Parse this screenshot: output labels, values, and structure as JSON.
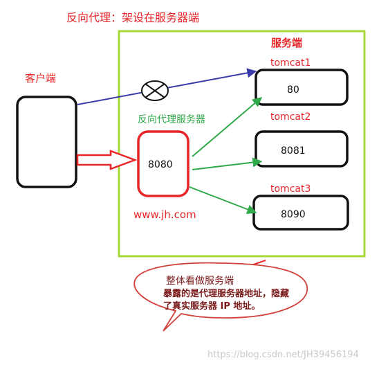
{
  "title": "反向代理：架设在服务器端",
  "client": {
    "label": "客户端"
  },
  "server_group": {
    "label": "服务端"
  },
  "proxy": {
    "label": "反向代理服务器",
    "port": "8080",
    "url": "www.jh.com"
  },
  "servers": [
    {
      "name": "tomcat1",
      "port": "80"
    },
    {
      "name": "tomcat2",
      "port": "8081"
    },
    {
      "name": "tomcat3",
      "port": "8090"
    }
  ],
  "callout": {
    "line1": "整体看做服务端",
    "line2": "暴露的是代理服务器地址，隐藏",
    "line3": "了真实服务器 IP 地址。"
  },
  "watermark": "https://blog.csdn.net/JH39456194",
  "colors": {
    "red": "#e8262a",
    "green": "#2fa84a",
    "blue": "#3a3aa8",
    "lime": "#a6d83a",
    "black": "#111111",
    "callout_text": "#7a1a1a"
  }
}
